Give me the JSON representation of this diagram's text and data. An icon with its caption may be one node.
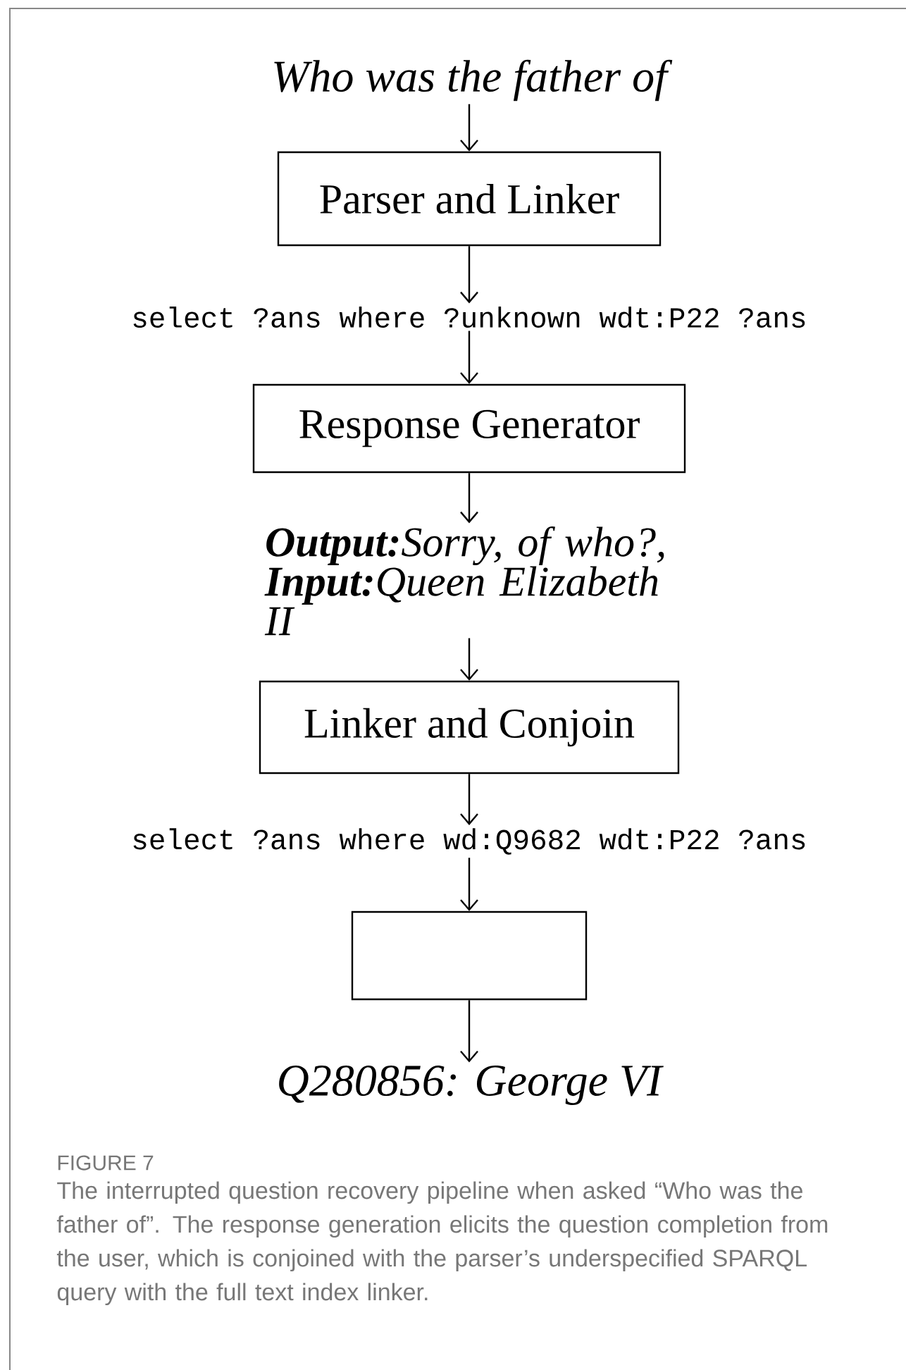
{
  "diagram": {
    "caption": "The interrupted question recovery pipeline when asked “Who was the father of”. The response generation elicits the question completion from the user, which is conjoined with the parser’s underspecified SPARQL query with the full text index linker.",
    "nodes": [
      {
        "text": [
          "Who was the father of"
        ]
      },
      {
        "text": [
          "Parser and Linker"
        ]
      },
      {
        "text": [
          "select ?ans where ?unknown wdt:P22 ?ans"
        ]
      },
      {
        "text": [
          "Response Generator"
        ]
      },
      {
        "text": [
          "**Output:**Sorry, of who?, **Input:**Queen Elizabeth II"
        ]
      },
      {
        "text": [
          "Linker and Conjoin"
        ]
      },
      {
        "text": [
          "select ?ans where wd:Q9682 wdt:P22 ?ans"
        ]
      },
      {
        "text": [],
        "shape": "box"
      },
      {
        "text": [
          "Q280856: George VI"
        ]
      }
    ],
    "edges": [
      {
        "from": 0,
        "to": 1,
        "arrow": "to"
      },
      {
        "from": 1,
        "to": 2,
        "arrow": "to"
      },
      {
        "from": 2,
        "to": 3,
        "arrow": "to"
      },
      {
        "from": 3,
        "to": 4,
        "arrow": "to"
      },
      {
        "from": 4,
        "to": 5,
        "arrow": "to"
      },
      {
        "from": 5,
        "to": 6,
        "arrow": "to"
      },
      {
        "from": 6,
        "to": 7,
        "arrow": "to"
      },
      {
        "from": 7,
        "to": 8,
        "arrow": "to"
      }
    ],
    "labels": [
      "FIGURE 7"
    ]
  }
}
